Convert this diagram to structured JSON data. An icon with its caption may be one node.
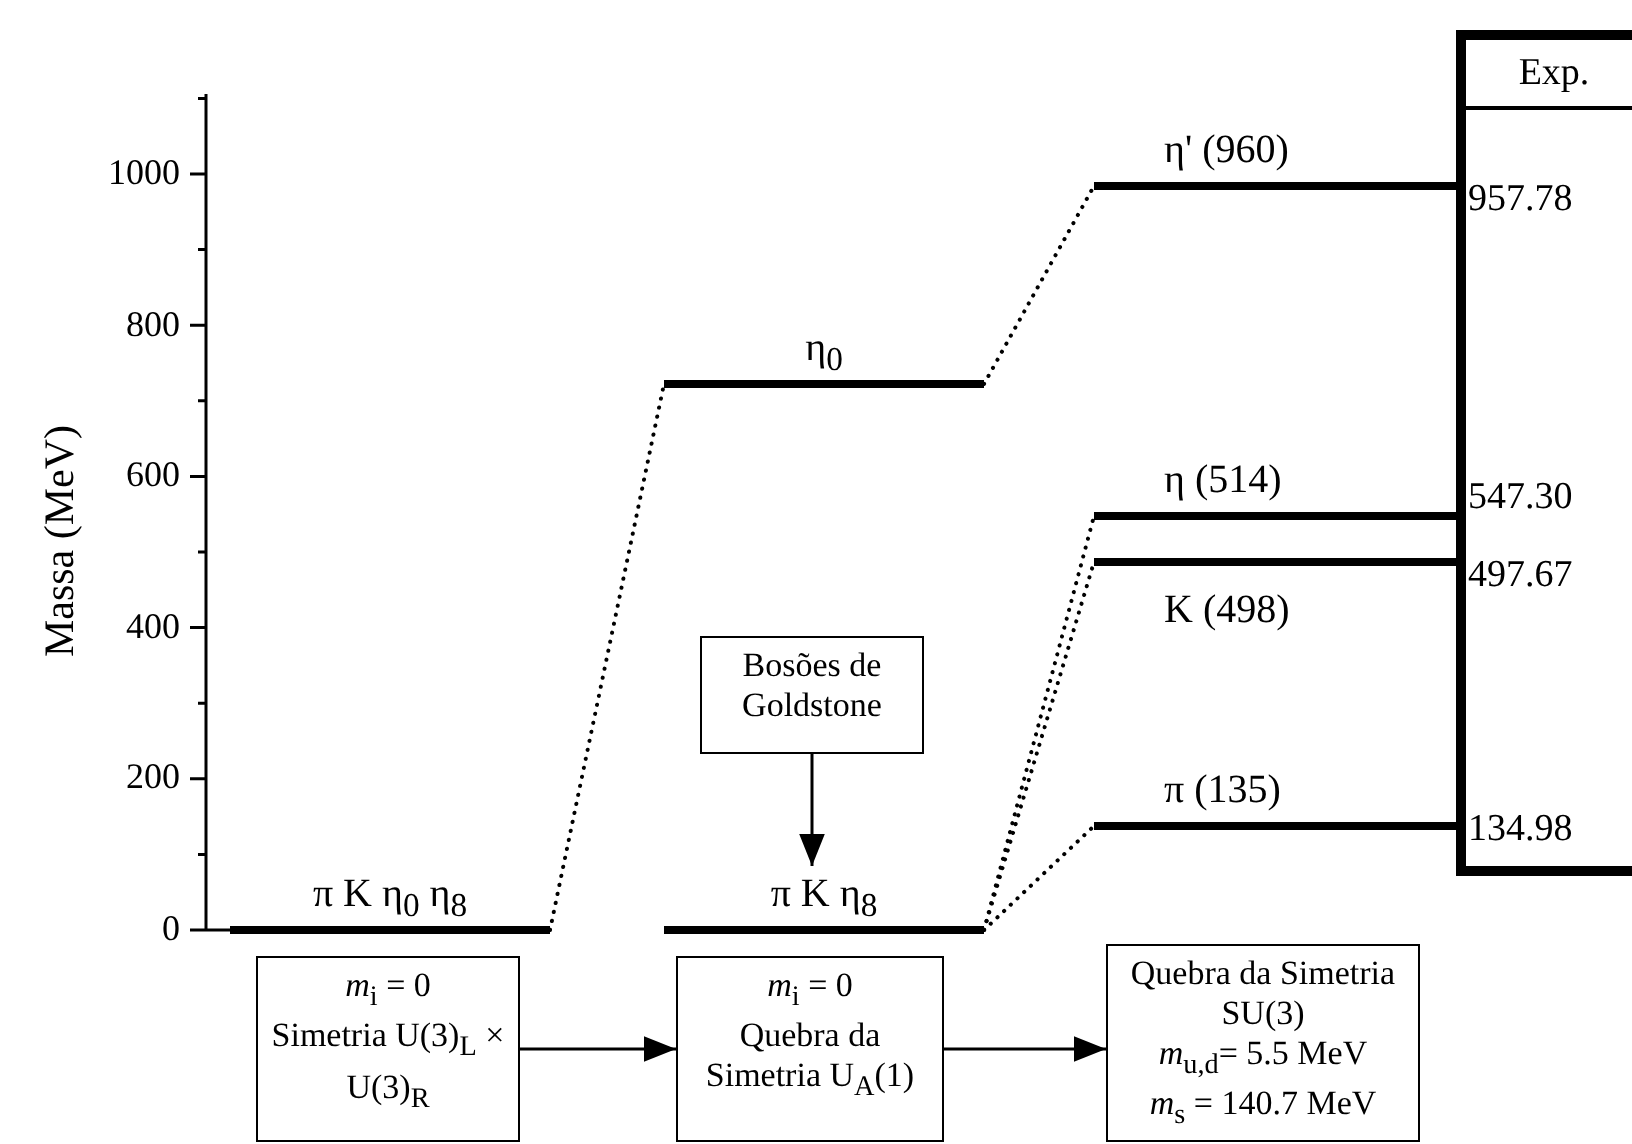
{
  "diagram": {
    "nodes": [
      {
        "text": [
          "π K η$_{0}$ η$_{8}$"
        ]
      },
      {
        "text": [
          "η$_{0}$"
        ]
      },
      {
        "text": [
          "π K η$_{8}$"
        ]
      },
      {
        "text": [
          "η' (960)"
        ]
      },
      {
        "text": [
          "η (514)"
        ]
      },
      {
        "text": [
          "K (498)"
        ]
      },
      {
        "text": [
          "π (135)"
        ]
      },
      {
        "text": [
          "Bosões de Goldstone"
        ]
      },
      {
        "text": [
          "*m*$_{i}$ = 0",
          "Simetria U(3)$_{L}$ × U(3)$_{R}$"
        ]
      },
      {
        "text": [
          "*m*$_{i}$ = 0",
          "Quebra da Simetria U$_{A}$(1)"
        ]
      },
      {
        "text": [
          "Quebra da Simetria SU(3)",
          "*m*$_{u,d}$= 5.5 MeV",
          "*m*$_{s}$ = 140.7 MeV"
        ]
      },
      {
        "text": [
          "Exp.",
          "957.78",
          "547.30",
          "497.67",
          "134.98"
        ]
      }
    ],
    "edges": [
      {
        "from": 0,
        "to": 1,
        "arrow": "none",
        "style": "dashed"
      },
      {
        "from": 1,
        "to": 3,
        "arrow": "none",
        "style": "dashed"
      },
      {
        "from": 2,
        "to": 4,
        "arrow": "none",
        "style": "dashed"
      },
      {
        "from": 2,
        "to": 5,
        "arrow": "none",
        "style": "dashed"
      },
      {
        "from": 2,
        "to": 6,
        "arrow": "none",
        "style": "dashed"
      },
      {
        "from": 7,
        "to": 2,
        "arrow": "to"
      },
      {
        "from": 8,
        "to": 9,
        "arrow": "to"
      },
      {
        "from": 9,
        "to": 10,
        "arrow": "to"
      }
    ],
    "labels": [
      "Massa (MeV)",
      "1000",
      "800",
      "600",
      "400",
      "200",
      "0"
    ]
  }
}
